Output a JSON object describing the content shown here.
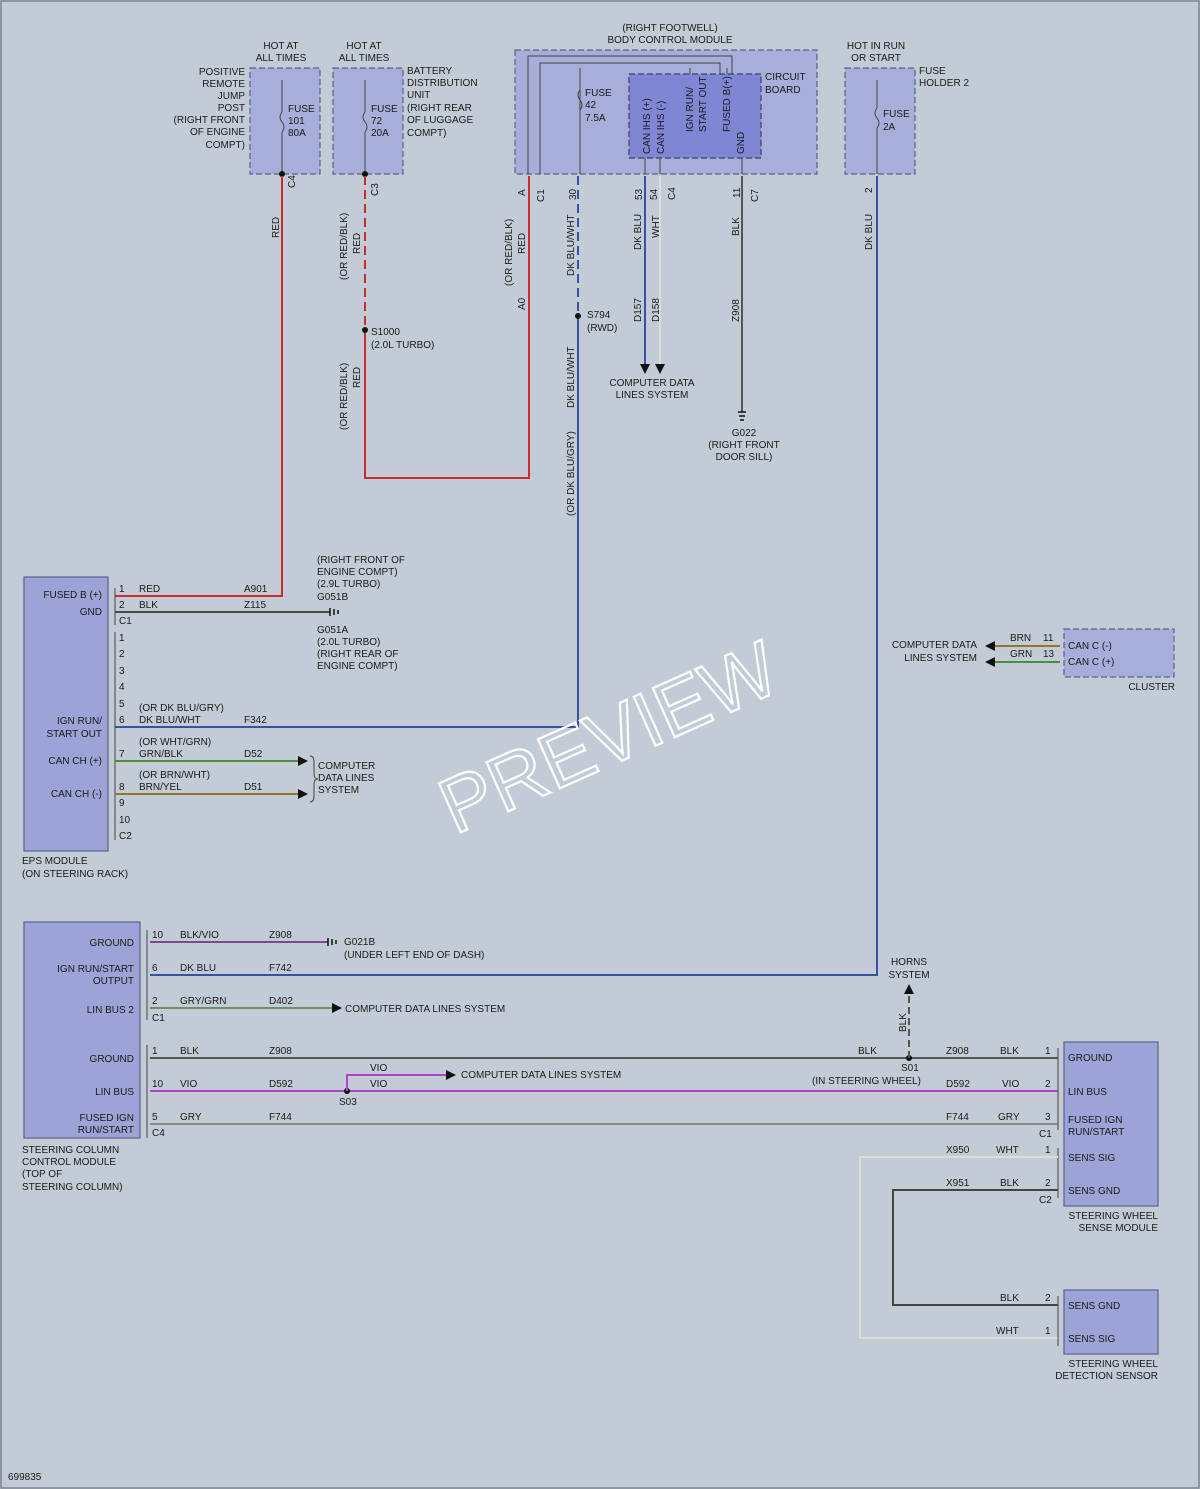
{
  "fuses": [
    {
      "hot": [
        "HOT AT",
        "ALL TIMES"
      ],
      "name": [
        "FUSE",
        "101",
        "80A"
      ],
      "pin": "C4",
      "location": [
        "POSITIVE",
        "REMOTE",
        "JUMP",
        "POST",
        "(RIGHT FRONT",
        "OF ENGINE",
        "COMPT)"
      ]
    },
    {
      "hot": [
        "HOT AT",
        "ALL TIMES"
      ],
      "name": [
        "FUSE",
        "72",
        "20A"
      ],
      "pin": "C3",
      "location": [
        "BATTERY",
        "DISTRIBUTION",
        "UNIT",
        "(RIGHT REAR",
        "OF LUGGAGE",
        "COMPT)"
      ]
    },
    {
      "hot": [
        "HOT IN RUN",
        "OR START"
      ],
      "name": [
        "FUSE",
        "2A"
      ],
      "pin": "2",
      "location": [
        "FUSE",
        "HOLDER 2"
      ]
    }
  ],
  "bcm": {
    "title": [
      "(RIGHT FOOTWELL)",
      "BODY CONTROL MODULE"
    ],
    "fuse": [
      "FUSE",
      "42",
      "7.5A"
    ],
    "board": [
      "CIRCUIT",
      "BOARD"
    ],
    "inner_pins": [
      "CAN IHS (+)",
      "CAN IHS (-)",
      "IGN RUN/",
      "START OUT",
      "FUSED B(+)",
      "GND"
    ],
    "pins": [
      "A",
      "C1",
      "30",
      "53",
      "54",
      "C4",
      "11",
      "C7"
    ]
  },
  "wire_colors": {
    "red": "#cc2b2b",
    "blue": "#3a50a0",
    "gray": "#4a4a4a",
    "green": "#4d8c3a",
    "olive": "#8a7a2a",
    "violet": "#b044c8",
    "grn_gry": "#6b8f6b",
    "light": "#dddddd",
    "purple_blk": "#7a4a8a"
  },
  "labels": {
    "red": "RED",
    "or_red_blk": "(OR RED/BLK)",
    "dk_blu_wht": "DK BLU/WHT",
    "or_dk_blu_gry": "(OR DK BLU/GRY)",
    "dk_blu": "DK BLU",
    "wht": "WHT",
    "blk": "BLK",
    "a0": "A0",
    "d157": "D157",
    "d158": "D158",
    "z908": "Z908",
    "s794": "S794",
    "rwd": "(RWD)",
    "s1000": "S1000",
    "turbo20": "(2.0L TURBO)",
    "cdls": [
      "COMPUTER DATA",
      "LINES SYSTEM"
    ],
    "g022": [
      "G022",
      "(RIGHT FRONT",
      "DOOR SILL)"
    ]
  },
  "eps": {
    "name": [
      "EPS MODULE",
      "(ON STEERING RACK)"
    ],
    "pins_left": [
      "FUSED B (+)",
      "GND",
      "IGN RUN/",
      "START OUT",
      "CAN CH (+)",
      "CAN CH (-)"
    ],
    "rows": [
      {
        "n": "1",
        "color": "RED",
        "circuit": "A901"
      },
      {
        "n": "2",
        "color": "BLK",
        "circuit": "Z115"
      },
      {
        "n": "6",
        "color": "DK BLU/WHT",
        "circuit": "F342",
        "alt": "(OR DK BLU/GRY)"
      },
      {
        "n": "7",
        "color": "GRN/BLK",
        "circuit": "D52",
        "alt": "(OR WHT/GRN)"
      },
      {
        "n": "8",
        "color": "BRN/YEL",
        "circuit": "D51",
        "alt": "(OR BRN/WHT)"
      }
    ],
    "extra_pins": [
      "C1",
      "1",
      "2",
      "3",
      "4",
      "5",
      "9",
      "10",
      "C2"
    ],
    "ground_text": [
      "(RIGHT FRONT OF",
      "ENGINE COMPT)",
      "(2.9L TURBO)",
      "G051B",
      "G051A",
      "(2.0L TURBO)",
      "(RIGHT REAR OF",
      "ENGINE COMPT)"
    ],
    "cdls": [
      "COMPUTER",
      "DATA LINES",
      "SYSTEM"
    ]
  },
  "cluster": {
    "name": "CLUSTER",
    "pins": [
      "CAN C (-)",
      "CAN C (+)"
    ],
    "rows": [
      {
        "color": "BRN",
        "n": "11"
      },
      {
        "color": "GRN",
        "n": "13"
      }
    ],
    "cdls": [
      "COMPUTER DATA",
      "LINES SYSTEM"
    ]
  },
  "sccm": {
    "name": [
      "STEERING COLUMN",
      "CONTROL MODULE",
      "(TOP OF",
      "STEERING COLUMN)"
    ],
    "pins_left": [
      "GROUND",
      "IGN RUN/START",
      "OUTPUT",
      "LIN BUS 2",
      "GROUND",
      "LIN BUS",
      "FUSED IGN",
      "RUN/START"
    ],
    "rows": [
      {
        "n": "10",
        "color": "BLK/VIO",
        "circuit": "Z908"
      },
      {
        "n": "6",
        "color": "DK BLU",
        "circuit": "F742"
      },
      {
        "n": "2",
        "color": "GRY/GRN",
        "circuit": "D402"
      },
      {
        "n": "1",
        "color": "BLK",
        "circuit": "Z908"
      },
      {
        "n": "10",
        "color": "VIO",
        "circuit": "D592"
      },
      {
        "n": "5",
        "color": "GRY",
        "circuit": "F744"
      }
    ],
    "connectors": [
      "C1",
      "C4"
    ],
    "g021b": [
      "G021B",
      "(UNDER LEFT END OF DASH)"
    ],
    "cdls": "COMPUTER DATA LINES SYSTEM",
    "horns": [
      "HORNS",
      "SYSTEM"
    ],
    "s01": [
      "S01",
      "(IN STEERING WHEEL)"
    ],
    "s03": "S03",
    "vio": "VIO",
    "blk": "BLK"
  },
  "swsm": {
    "name": [
      "STEERING WHEEL",
      "SENSE MODULE"
    ],
    "pins": [
      "GROUND",
      "LIN BUS",
      "FUSED IGN",
      "RUN/START",
      "SENS SIG",
      "SENS GND"
    ],
    "rows": [
      {
        "circuit": "Z908",
        "color": "BLK",
        "n": "1"
      },
      {
        "circuit": "D592",
        "color": "VIO",
        "n": "2"
      },
      {
        "circuit": "F744",
        "color": "GRY",
        "n": "3"
      },
      {
        "circuit": "X950",
        "color": "WHT",
        "n": "1"
      },
      {
        "circuit": "X951",
        "color": "BLK",
        "n": "2"
      }
    ],
    "connectors": [
      "C1",
      "C2"
    ]
  },
  "swds": {
    "name": [
      "STEERING WHEEL",
      "DETECTION SENSOR"
    ],
    "pins": [
      "SENS GND",
      "SENS SIG"
    ],
    "rows": [
      {
        "color": "BLK",
        "n": "2"
      },
      {
        "color": "WHT",
        "n": "1"
      }
    ]
  },
  "watermark": "PREVIEW",
  "figure_id": "699835"
}
